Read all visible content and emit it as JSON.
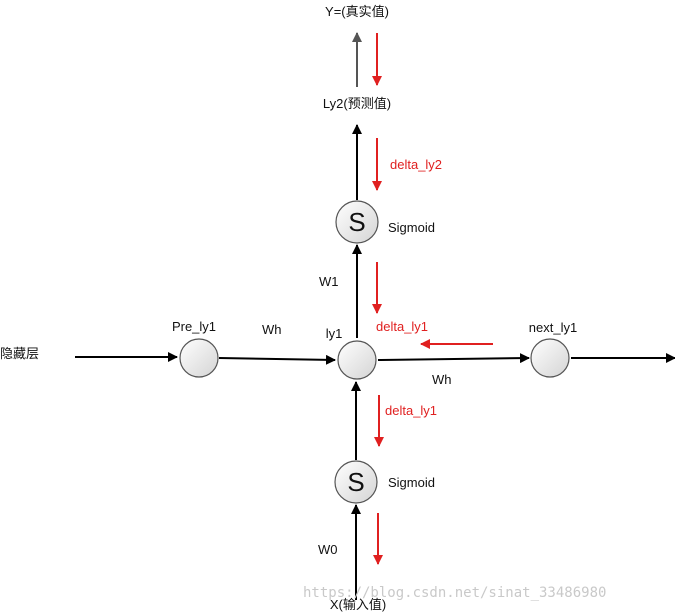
{
  "labels": {
    "y_true": "Y=(真实值)",
    "ly2": "Ly2(预测值)",
    "delta_ly2": "delta_ly2",
    "sigmoid_top": "Sigmoid",
    "s_top": "S",
    "w1": "W1",
    "delta_ly1_right": "delta_ly1",
    "hidden_layer": "隐藏层",
    "pre_ly1": "Pre_ly1",
    "wh_left": "Wh",
    "ly1": "ly1",
    "next_ly1": "next_ly1",
    "wh_right": "Wh",
    "delta_ly1_below": "delta_ly1",
    "s_bottom": "S",
    "sigmoid_bottom": "Sigmoid",
    "w0": "W0",
    "x_input": "X(输入值)"
  },
  "watermark": "https://blog.csdn.net/sinat_33486980",
  "colors": {
    "forward_arrow": "#000000",
    "backprop_arrow": "#e02020",
    "output_arrow": "#555555",
    "node_fill_light": "#ffffff",
    "node_fill_dark": "#d8d8d8",
    "node_stroke": "#555555",
    "watermark": "#c9c9c9"
  }
}
